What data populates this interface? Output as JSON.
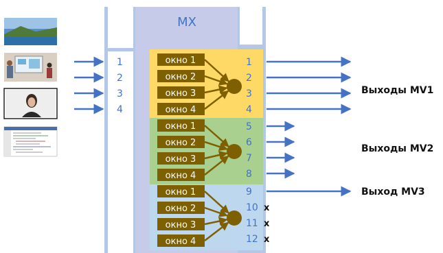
{
  "title": "MX",
  "inputs": [
    "1",
    "2",
    "3",
    "4"
  ],
  "windows": [
    "окно 1",
    "окно 2",
    "окно 3",
    "окно 4"
  ],
  "outputs": [
    "1",
    "2",
    "3",
    "4",
    "5",
    "6",
    "7",
    "8",
    "9",
    "10",
    "11",
    "12"
  ],
  "unused_mark": "x",
  "output_labels": {
    "mv1": "Выходы MV1",
    "mv2": "Выходы MV2",
    "mv3": "Выход MV3"
  },
  "colors": {
    "frame": "#b4c7e7",
    "core": "#c5cbe8",
    "group1": "#ffd966",
    "group2": "#a9d08e",
    "group3": "#bdd7ee",
    "window": "#7f6000",
    "mixer": "#7f6000",
    "arrow": "#4472c4",
    "number": "#4472c4"
  },
  "thumbnails": [
    "landscape-photo",
    "classroom-photo",
    "presenter-photo",
    "code-screenshot"
  ]
}
